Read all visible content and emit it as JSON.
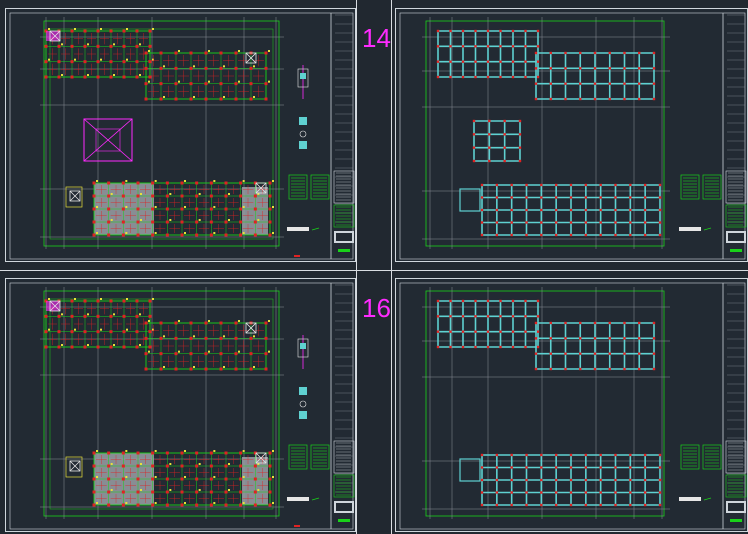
{
  "labels": {
    "top_number": "14",
    "bottom_number": "16"
  },
  "colors": {
    "background": "#212830",
    "sheet_border": "#cfd6dc",
    "grid_green": "#19d219",
    "grid_gray": "#8a9099",
    "column_red": "#e02222",
    "beam_cyan": "#5fd1d1",
    "accent_magenta": "#ff2bff",
    "label_yellow": "#e8e23a",
    "fill_gray": "#9a9fa6"
  },
  "sheets": [
    {
      "id": "top-left",
      "type": "column-plan"
    },
    {
      "id": "top-right",
      "type": "beam-plan"
    },
    {
      "id": "bottom-left",
      "type": "column-plan"
    },
    {
      "id": "bottom-right",
      "type": "beam-plan"
    }
  ]
}
